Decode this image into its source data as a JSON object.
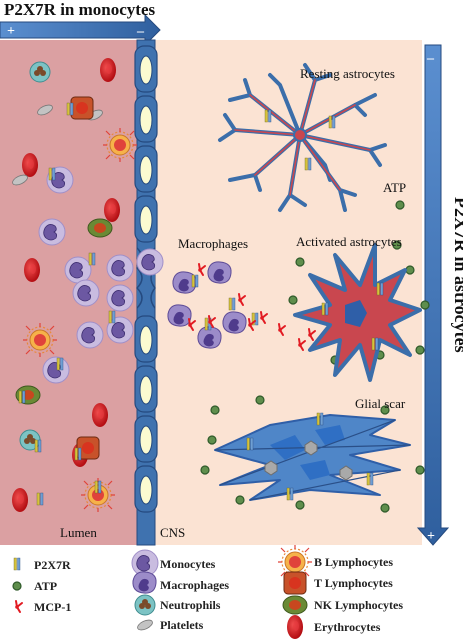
{
  "title_monocytes": "P2X7R in monocytes",
  "title_astrocytes": "P2X7R in astrocytes",
  "gradient_plus": "+",
  "gradient_minus": "–",
  "labels": {
    "resting": "Resting astrocytes",
    "atp": "ATP",
    "macrophages": "Macrophages",
    "activated": "Activated astrocytes",
    "glial_scar": "Glial scar",
    "lumen": "Lumen",
    "cns": "CNS"
  },
  "legend": {
    "col1": [
      "P2X7R",
      "ATP",
      "MCP-1"
    ],
    "col2": [
      "Monocytes",
      "Macrophages",
      "Neutrophils",
      "Platelets"
    ],
    "col3": [
      "B Lymphocytes",
      "T Lymphocytes",
      "NK Lymphocytes",
      "Erythrocytes"
    ]
  },
  "colors": {
    "lumen_bg": "#dba0a2",
    "cns_bg": "#fbe3d3",
    "arrow_blue": "#3f72af",
    "astro_blue": "#3b6eaa",
    "astro_red": "#c9474f",
    "monocyte": "#7a63a8",
    "erythrocyte": "#c8191e",
    "atp_green": "#5f8e4c"
  }
}
